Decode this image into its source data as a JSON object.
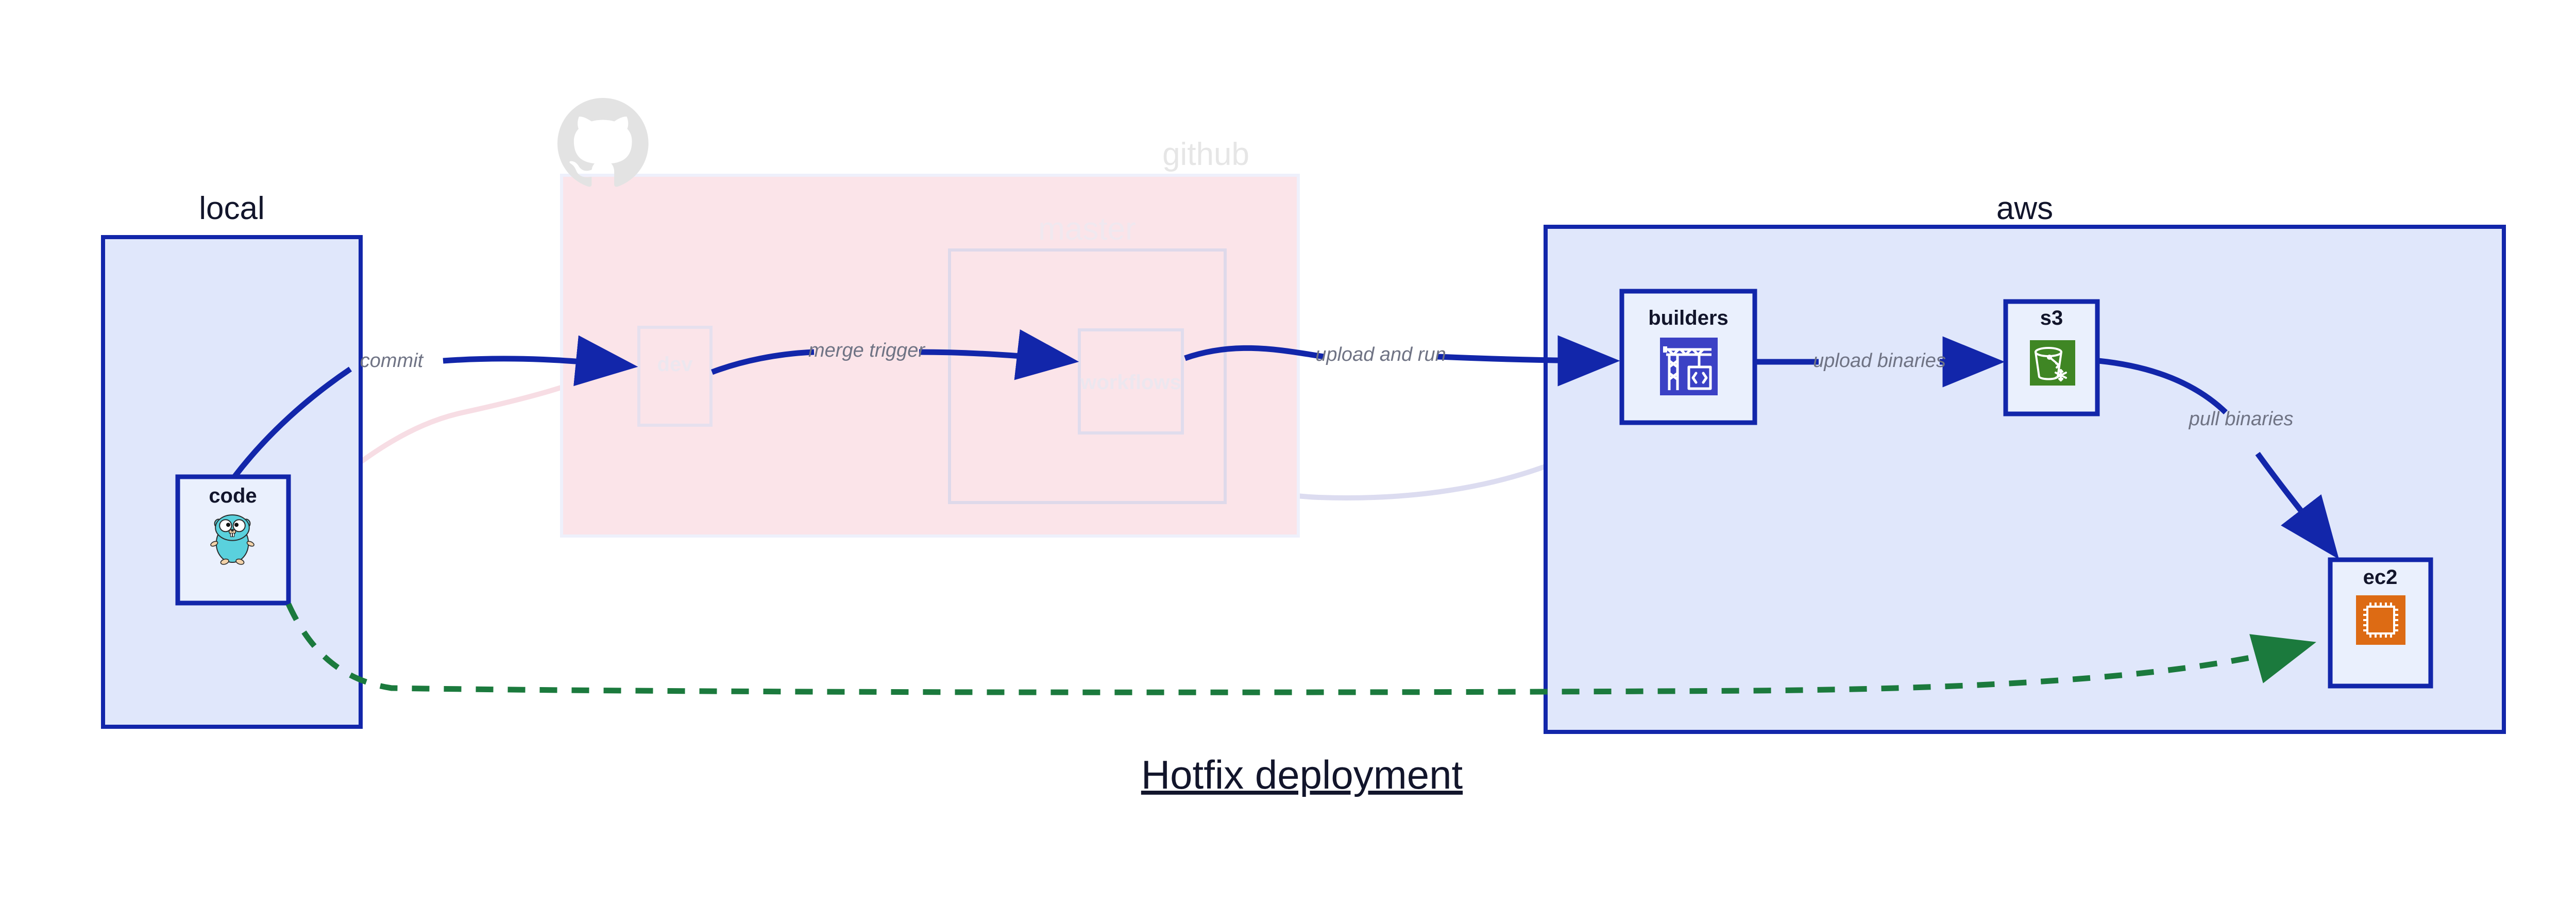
{
  "diagram": {
    "title": "Hotfix deployment",
    "colors": {
      "accent_blue": "#1226aa",
      "group_fill_blue": "#e0e7fb",
      "group_fill_pink": "#fbe4e9",
      "node_fill": "#eaf0fd",
      "edge_label": "#6f7384",
      "faded_text": "#e6e6e6",
      "dashed_green": "#1b7a3d",
      "s3_green": "#3f8624",
      "ec2_orange": "#dd6b14",
      "builders_blue": "#3b41c5",
      "gopher_cyan": "#5ad1dd"
    },
    "groups": [
      {
        "id": "local",
        "label": "local",
        "state": "active",
        "nodes": [
          {
            "id": "code",
            "label": "code",
            "icon": "go-gopher-icon"
          }
        ]
      },
      {
        "id": "github",
        "label": "github",
        "state": "faded",
        "logo": "github-octocat-icon",
        "nodes": [
          {
            "id": "dev",
            "label": "dev",
            "icon": "none"
          }
        ],
        "subgroups": [
          {
            "id": "master",
            "label": "master",
            "state": "faded",
            "nodes": [
              {
                "id": "workflows",
                "label": "workflows",
                "icon": "none"
              }
            ]
          }
        ]
      },
      {
        "id": "aws",
        "label": "aws",
        "state": "active",
        "nodes": [
          {
            "id": "builders",
            "label": "builders",
            "icon": "aws-codebuild-crane-icon"
          },
          {
            "id": "s3",
            "label": "s3",
            "icon": "aws-s3-bucket-icon"
          },
          {
            "id": "ec2",
            "label": "ec2",
            "icon": "aws-ec2-chip-icon"
          }
        ]
      }
    ],
    "edges": [
      {
        "id": "commit",
        "label": "commit",
        "from": "code",
        "to": "dev",
        "style": "solid",
        "state": "active"
      },
      {
        "id": "merge-trigger",
        "label": "merge trigger",
        "from": "dev",
        "to": "workflows",
        "style": "solid",
        "state": "active"
      },
      {
        "id": "upload-and-run",
        "label": "upload and run",
        "from": "workflows",
        "to": "builders",
        "style": "solid",
        "state": "active"
      },
      {
        "id": "upload-binaries",
        "label": "upload binaries",
        "from": "builders",
        "to": "s3",
        "style": "solid",
        "state": "active"
      },
      {
        "id": "pull-binaries",
        "label": "pull binaries",
        "from": "s3",
        "to": "ec2",
        "style": "solid",
        "state": "active"
      },
      {
        "id": "hotfix-direct",
        "label": "",
        "from": "code",
        "to": "ec2",
        "style": "dashed",
        "state": "active"
      },
      {
        "id": "faded-code-dev",
        "label": "",
        "from": "code",
        "to": "dev",
        "style": "solid",
        "state": "faded-pink"
      },
      {
        "id": "faded-dev-workflows",
        "label": "",
        "from": "dev",
        "to": "workflows",
        "style": "solid",
        "state": "faded-blue"
      },
      {
        "id": "faded-workflows-builders",
        "label": "",
        "from": "workflows",
        "to": "builders",
        "style": "solid",
        "state": "faded-blue"
      }
    ]
  }
}
